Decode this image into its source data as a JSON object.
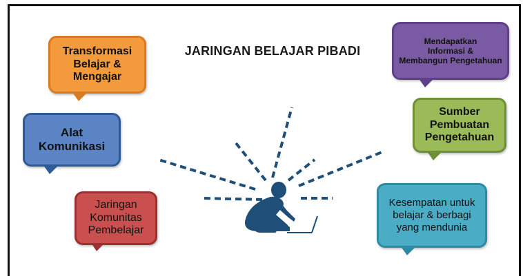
{
  "diagram": {
    "title": "JARINGAN BELAJAR PIBADI",
    "bubbles": [
      {
        "id": "transformasi",
        "text": "Transformasi\nBelajar &\nMengajar",
        "fill": "#f39a3d",
        "border": "#d97b22",
        "text_color": "#111111"
      },
      {
        "id": "alat",
        "text": "Alat\nKomunikasi",
        "fill": "#5b84c4",
        "border": "#2f5a98",
        "text_color": "#111111"
      },
      {
        "id": "jaringan",
        "text": "Jaringan\nKomunitas\nPembelajar",
        "fill": "#c9504e",
        "border": "#9c2f2f",
        "text_color": "#111111"
      },
      {
        "id": "mendapatkan",
        "text": "Mendapatkan\nInformasi &\nMembangun Pengetahuan",
        "fill": "#7a5ba3",
        "border": "#5e3f88",
        "text_color": "#111111"
      },
      {
        "id": "sumber",
        "text": "Sumber\nPembuatan\nPengetahuan",
        "fill": "#9bbb59",
        "border": "#6f8f36",
        "text_color": "#111111"
      },
      {
        "id": "kesempatan",
        "text": "Kesempatan untuk\nbelajar & berbagi\nyang mendunia",
        "fill": "#4bacc6",
        "border": "#2e8aa4",
        "text_color": "#111111"
      }
    ],
    "figure": {
      "icon": "person-with-laptop-icon",
      "color": "#1f4e79"
    },
    "rays_color": "#1f4e79"
  }
}
